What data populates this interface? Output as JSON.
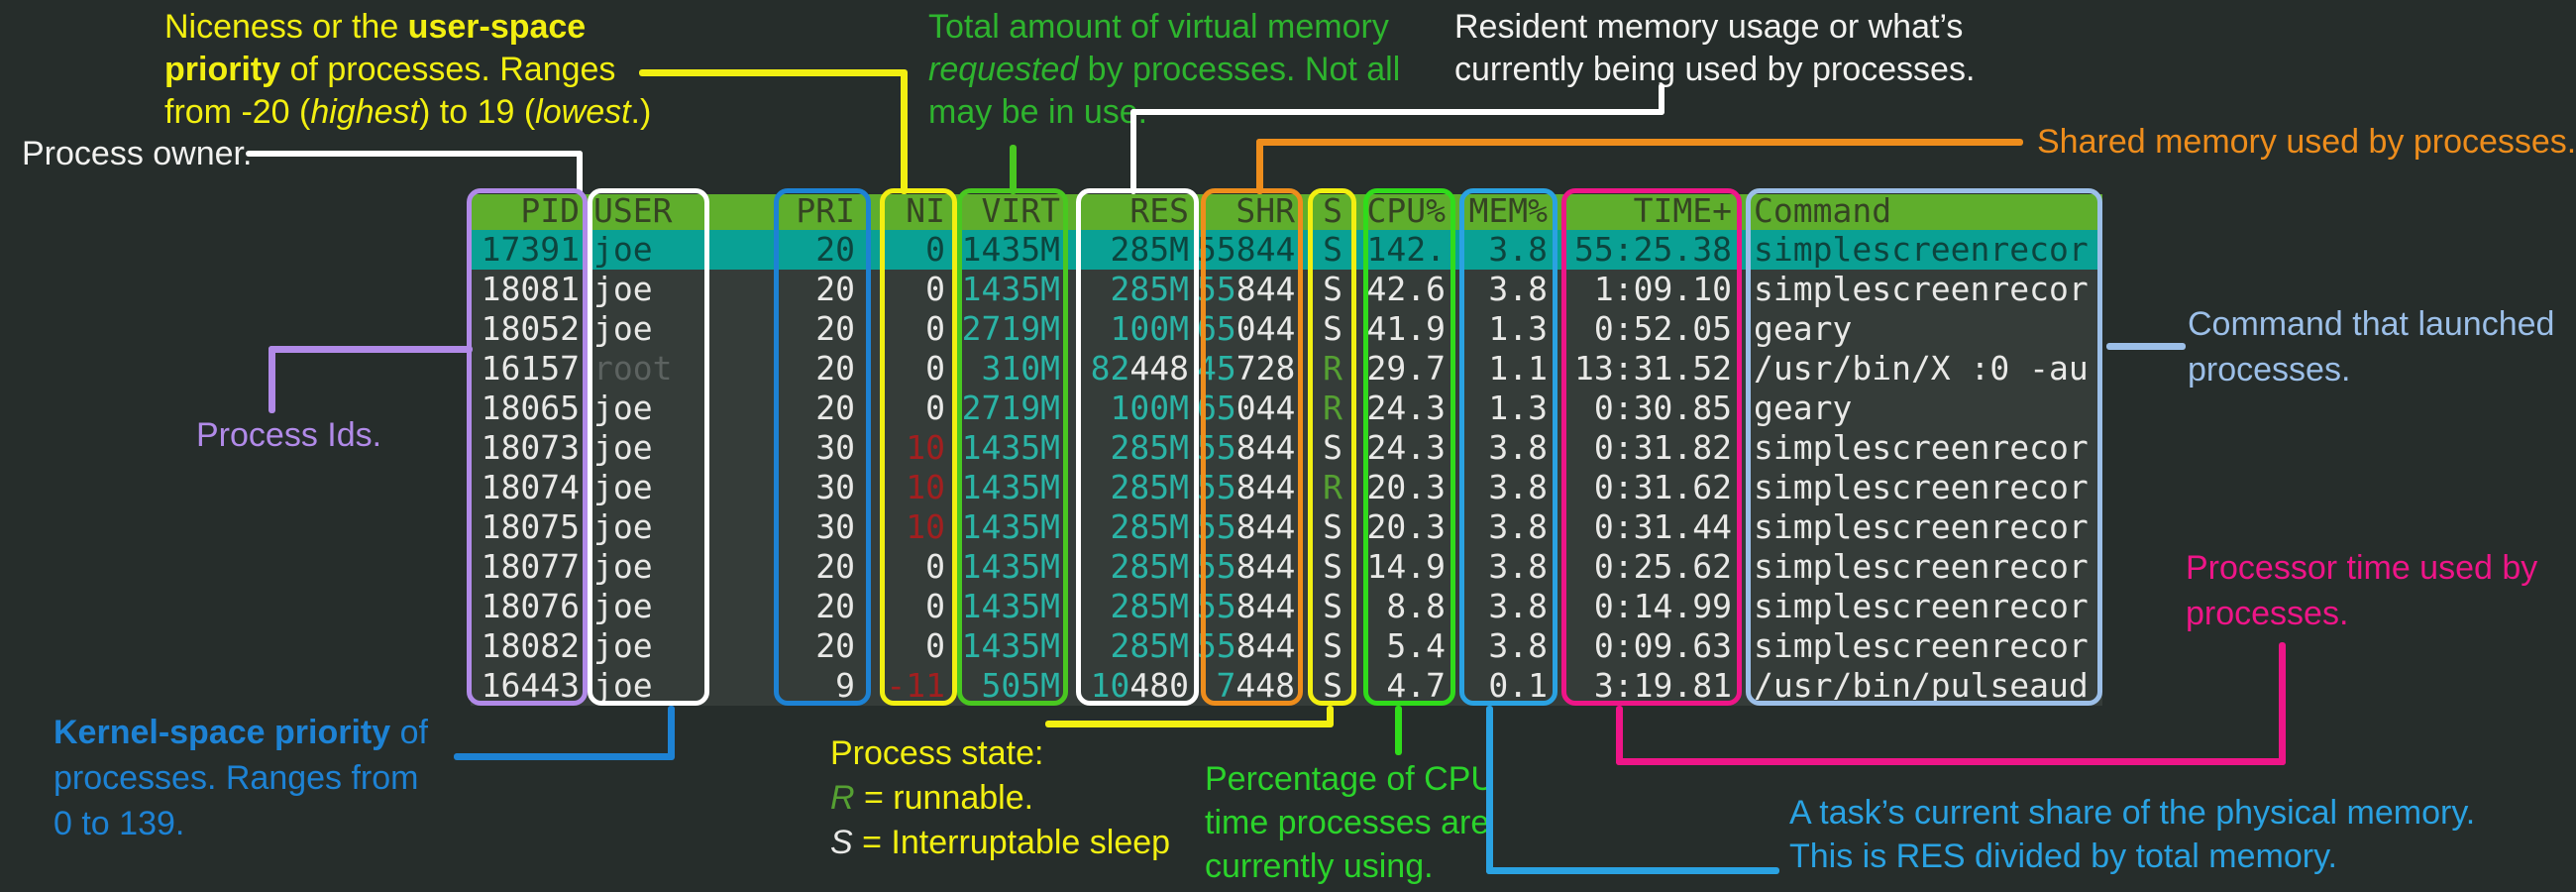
{
  "palette": {
    "page_bg": "#262d2b",
    "term_bg": "#353c39",
    "header_bg": "#5fae2c",
    "header_text": "#354423",
    "hl_bg": "#09a195",
    "hl_text": "#0d443e",
    "text_w": "#e9e9e7",
    "teal": "#2ab4a6",
    "nired": "#a11f1f",
    "rgreen": "#55a032",
    "dimgray": "#5c6260",
    "purple": "#b18ae8",
    "white": "#ffffff",
    "blue": "#1d82d4",
    "yellow": "#f2ef11",
    "green_box": "#49c820",
    "bright_green": "#30dc1b",
    "orange": "#ee8d1c",
    "pink": "#ee1588",
    "light_blue": "#9cbfe8",
    "ann_green": "#2eb42e",
    "cpu_green": "#2bd32b"
  },
  "table": {
    "columns": [
      {
        "key": "pid",
        "label": "PID",
        "color": "w"
      },
      {
        "key": "user",
        "label": "USER",
        "color": "w"
      },
      {
        "key": "pri",
        "label": "PRI",
        "color": "w"
      },
      {
        "key": "ni",
        "label": "NI",
        "color": "w"
      },
      {
        "key": "virt",
        "label": "VIRT",
        "color": "t"
      },
      {
        "key": "res",
        "label": "RES",
        "color": "t"
      },
      {
        "key": "shr",
        "label": "SHR",
        "color": "t"
      },
      {
        "key": "s",
        "label": "S",
        "color": "w"
      },
      {
        "key": "cpu",
        "label": "CPU%",
        "color": "w"
      },
      {
        "key": "mem",
        "label": "MEM%",
        "color": "w"
      },
      {
        "key": "time",
        "label": "TIME+",
        "color": "w"
      },
      {
        "key": "cmd",
        "label": "Command",
        "color": "w"
      }
    ],
    "rows": [
      {
        "hl": true,
        "pid": "17391",
        "user": "joe",
        "pri": "20",
        "ni": "0",
        "virt": "1435M",
        "res": "285M",
        "shr": "55844",
        "s": "S",
        "cpu": "142.",
        "mem": "3.8",
        "time": "55:25.38",
        "cmd": "simplescreenrecor"
      },
      {
        "pid": "18081",
        "user": "joe",
        "pri": "20",
        "ni": "0",
        "virt": "1435M",
        "res": "285M",
        "shr": [
          [
            "55",
            "t"
          ],
          [
            "844",
            "w"
          ]
        ],
        "s": "S",
        "cpu": "42.6",
        "mem": "3.8",
        "time": "1:09.10",
        "cmd": "simplescreenrecor"
      },
      {
        "pid": "18052",
        "user": "joe",
        "pri": "20",
        "ni": "0",
        "virt": "2719M",
        "res": "100M",
        "shr": [
          [
            "65",
            "t"
          ],
          [
            "044",
            "w"
          ]
        ],
        "s": "S",
        "cpu": "41.9",
        "mem": "1.3",
        "time": "0:52.05",
        "cmd": "geary"
      },
      {
        "pid": "16157",
        "user": [
          [
            "root",
            "dim"
          ]
        ],
        "pri": "20",
        "ni": "0",
        "virt": "310M",
        "res": [
          [
            "82",
            "t"
          ],
          [
            "448",
            "w"
          ]
        ],
        "shr": [
          [
            "45",
            "t"
          ],
          [
            "728",
            "w"
          ]
        ],
        "s": [
          [
            "R",
            "run"
          ]
        ],
        "cpu": "29.7",
        "mem": "1.1",
        "time": "13:31.52",
        "cmd": "/usr/bin/X :0 -au"
      },
      {
        "pid": "18065",
        "user": "joe",
        "pri": "20",
        "ni": "0",
        "virt": "2719M",
        "res": "100M",
        "shr": [
          [
            "65",
            "t"
          ],
          [
            "044",
            "w"
          ]
        ],
        "s": [
          [
            "R",
            "run"
          ]
        ],
        "cpu": "24.3",
        "mem": "1.3",
        "time": "0:30.85",
        "cmd": "geary"
      },
      {
        "pid": "18073",
        "user": "joe",
        "pri": "30",
        "ni": [
          [
            "10",
            "red"
          ]
        ],
        "virt": "1435M",
        "res": "285M",
        "shr": [
          [
            "55",
            "t"
          ],
          [
            "844",
            "w"
          ]
        ],
        "s": "S",
        "cpu": "24.3",
        "mem": "3.8",
        "time": "0:31.82",
        "cmd": "simplescreenrecor"
      },
      {
        "pid": "18074",
        "user": "joe",
        "pri": "30",
        "ni": [
          [
            "10",
            "red"
          ]
        ],
        "virt": "1435M",
        "res": "285M",
        "shr": [
          [
            "55",
            "t"
          ],
          [
            "844",
            "w"
          ]
        ],
        "s": [
          [
            "R",
            "run"
          ]
        ],
        "cpu": "20.3",
        "mem": "3.8",
        "time": "0:31.62",
        "cmd": "simplescreenrecor"
      },
      {
        "pid": "18075",
        "user": "joe",
        "pri": "30",
        "ni": [
          [
            "10",
            "red"
          ]
        ],
        "virt": "1435M",
        "res": "285M",
        "shr": [
          [
            "55",
            "t"
          ],
          [
            "844",
            "w"
          ]
        ],
        "s": "S",
        "cpu": "20.3",
        "mem": "3.8",
        "time": "0:31.44",
        "cmd": "simplescreenrecor"
      },
      {
        "pid": "18077",
        "user": "joe",
        "pri": "20",
        "ni": "0",
        "virt": "1435M",
        "res": "285M",
        "shr": [
          [
            "55",
            "t"
          ],
          [
            "844",
            "w"
          ]
        ],
        "s": "S",
        "cpu": "14.9",
        "mem": "3.8",
        "time": "0:25.62",
        "cmd": "simplescreenrecor"
      },
      {
        "pid": "18076",
        "user": "joe",
        "pri": "20",
        "ni": "0",
        "virt": "1435M",
        "res": "285M",
        "shr": [
          [
            "55",
            "t"
          ],
          [
            "844",
            "w"
          ]
        ],
        "s": "S",
        "cpu": "8.8",
        "mem": "3.8",
        "time": "0:14.99",
        "cmd": "simplescreenrecor"
      },
      {
        "pid": "18082",
        "user": "joe",
        "pri": "20",
        "ni": "0",
        "virt": "1435M",
        "res": "285M",
        "shr": [
          [
            "55",
            "t"
          ],
          [
            "844",
            "w"
          ]
        ],
        "s": "S",
        "cpu": "5.4",
        "mem": "3.8",
        "time": "0:09.63",
        "cmd": "simplescreenrecor"
      },
      {
        "pid": "16443",
        "user": "joe",
        "pri": "9",
        "ni": [
          [
            "-11",
            "red"
          ]
        ],
        "virt": "505M",
        "res": [
          [
            "10",
            "t"
          ],
          [
            "480",
            "w"
          ]
        ],
        "shr": [
          [
            "7",
            "t"
          ],
          [
            "448",
            "w"
          ]
        ],
        "s": "S",
        "cpu": "4.7",
        "mem": "0.1",
        "time": "3:19.81",
        "cmd": "/usr/bin/pulseaud"
      }
    ]
  },
  "annotations": {
    "nice": {
      "lines": [
        [
          {
            "t": "Niceness or the "
          },
          {
            "t": "user-space",
            "b": 1
          }
        ],
        [
          {
            "t": "priority",
            "b": 1
          },
          {
            "t": " of processes. Ranges"
          }
        ],
        [
          {
            "t": "from -20 ("
          },
          {
            "t": "highest",
            "i": 1
          },
          {
            "t": ") to 19 ("
          },
          {
            "t": "lowest",
            "i": 1
          },
          {
            "t": ".)"
          }
        ]
      ]
    },
    "owner": {
      "lines": [
        [
          {
            "t": "Process owner."
          }
        ]
      ]
    },
    "virt": {
      "lines": [
        [
          {
            "t": "Total amount of virtual memory"
          }
        ],
        [
          {
            "t": "requested",
            "i": 1
          },
          {
            "t": " by processes. Not all"
          }
        ],
        [
          {
            "t": "may be in use."
          }
        ]
      ]
    },
    "res": {
      "lines": [
        [
          {
            "t": "Resident memory usage or what’s"
          }
        ],
        [
          {
            "t": "currently being used by processes."
          }
        ]
      ]
    },
    "shr": {
      "lines": [
        [
          {
            "t": "Shared memory used by processes."
          }
        ]
      ]
    },
    "pid": {
      "lines": [
        [
          {
            "t": "Process Ids."
          }
        ]
      ]
    },
    "kernel": {
      "lines": [
        [
          {
            "t": "Kernel-space priority",
            "b": 1
          },
          {
            "t": " of"
          }
        ],
        [
          {
            "t": "processes. Ranges from"
          }
        ],
        [
          {
            "t": "0 to 139."
          }
        ]
      ]
    },
    "state": {
      "lines": [
        [
          {
            "t": "Process state:"
          }
        ],
        [
          {
            "t": "R",
            "i": 1,
            "c": "rgreen"
          },
          {
            "t": " = runnable."
          }
        ],
        [
          {
            "t": "S",
            "i": 1,
            "c": "text_w"
          },
          {
            "t": " = Interruptable sleep"
          }
        ]
      ]
    },
    "cpu": {
      "lines": [
        [
          {
            "t": "Percentage of CPU"
          }
        ],
        [
          {
            "t": "time processes are"
          }
        ],
        [
          {
            "t": "currently using."
          }
        ]
      ]
    },
    "mem": {
      "lines": [
        [
          {
            "t": "A task’s current share of the physical memory."
          }
        ],
        [
          {
            "t": "This is RES divided by total memory."
          }
        ]
      ]
    },
    "time": {
      "lines": [
        [
          {
            "t": "Processor time used by"
          }
        ],
        [
          {
            "t": "processes."
          }
        ]
      ]
    },
    "cmd": {
      "lines": [
        [
          {
            "t": "Command that launched"
          }
        ],
        [
          {
            "t": "processes."
          }
        ]
      ]
    }
  }
}
